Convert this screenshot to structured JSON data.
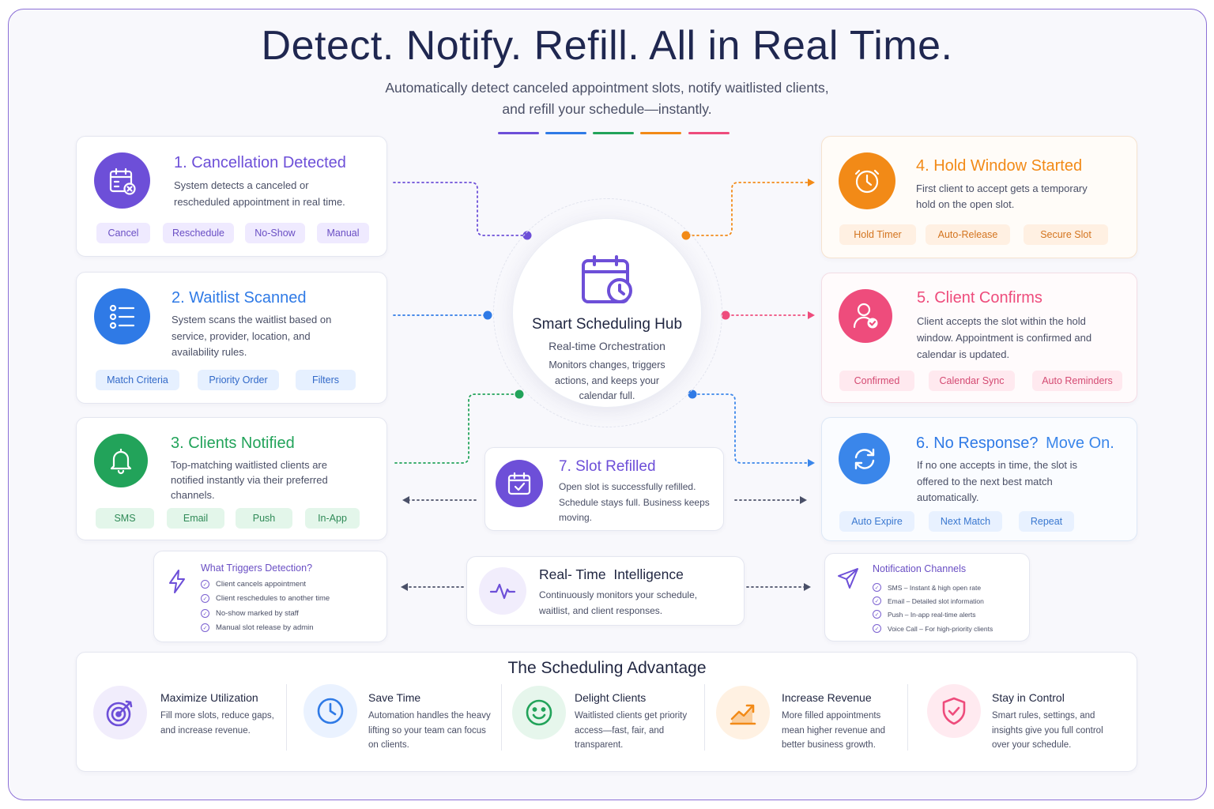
{
  "header": {
    "title": "Detect. Notify. Refill. All in Real Time.",
    "subtitle_line1": "Automatically detect canceled appointment slots, notify waitlisted clients,",
    "subtitle_line2": "and refill your schedule—instantly."
  },
  "colors": {
    "purple": "#6d4fd8",
    "blue": "#2f7ae6",
    "green": "#22a35a",
    "orange": "#f28a17",
    "pink": "#ee4c7c",
    "lightblue": "#3a86ea"
  },
  "steps": [
    {
      "title": "1. Cancellation Detected",
      "desc": "System detects a canceled or rescheduled appointment in real time.",
      "icon": "calendar-x-icon",
      "tags": [
        "Cancel",
        "Reschedule",
        "No-Show",
        "Manual"
      ]
    },
    {
      "title": "2. Waitlist Scanned",
      "desc": "System scans the waitlist based on service, provider, location, and availability rules.",
      "icon": "list-icon",
      "tags": [
        "Match Criteria",
        "Priority Order",
        "Filters"
      ]
    },
    {
      "title": "3. Clients Notified",
      "desc": "Top-matching waitlisted clients are notified instantly via their preferred channels.",
      "icon": "bell-icon",
      "tags": [
        "SMS",
        "Email",
        "Push",
        "In-App"
      ]
    },
    {
      "title": "4. Hold Window Started",
      "desc": "First client to accept gets a temporary hold on the open slot.",
      "icon": "clock-icon",
      "tags": [
        "Hold Timer",
        "Auto-Release",
        "Secure Slot"
      ]
    },
    {
      "title": "5. Client Confirms",
      "desc": "Client accepts the slot within the hold window. Appointment is confirmed and calendar is updated.",
      "icon": "user-check-icon",
      "tags": [
        "Confirmed",
        "Calendar Sync",
        "Auto Reminders"
      ]
    },
    {
      "title_a": "6. No Response?",
      "title_b": "Move On.",
      "desc": "If no one accepts in time, the slot is offered to the next best match automatically.",
      "icon": "refresh-icon",
      "tags": [
        "Auto Expire",
        "Next Match",
        "Repeat"
      ]
    },
    {
      "title": "7. Slot Refilled",
      "desc": "Open slot is successfully refilled. Schedule stays full. Business keeps moving.",
      "icon": "calendar-check-icon"
    }
  ],
  "hub": {
    "title": "Smart Scheduling Hub",
    "subtitle": "Real-time Orchestration",
    "desc": "Monitors changes, triggers actions, and keeps your calendar full."
  },
  "triggers": {
    "title": "What Triggers Detection?",
    "items": [
      "Client cancels appointment",
      "Client reschedules to another time",
      "No-show marked by staff",
      "Manual slot release by admin"
    ]
  },
  "intelligence": {
    "title": "Real- Time  Intelligence",
    "desc": "Continuously monitors your schedule, waitlist, and client responses."
  },
  "channels": {
    "title": "Notification Channels",
    "items": [
      "SMS – Instant & high open rate",
      "Email – Detailed slot information",
      "Push – In-app real-time alerts",
      "Voice Call – For high-priority clients"
    ]
  },
  "advantage": {
    "title": "The Scheduling Advantage",
    "items": [
      {
        "title": "Maximize Utilization",
        "desc": "Fill more slots, reduce gaps, and increase revenue.",
        "icon": "target-icon"
      },
      {
        "title": "Save Time",
        "desc": "Automation handles the heavy lifting so your team can focus on clients.",
        "icon": "clock-icon"
      },
      {
        "title": "Delight Clients",
        "desc": "Waitlisted clients get priority access—fast, fair, and transparent.",
        "icon": "smile-icon"
      },
      {
        "title": "Increase Revenue",
        "desc": "More filled appointments mean higher revenue and better business growth.",
        "icon": "trending-up-icon"
      },
      {
        "title": "Stay in Control",
        "desc": "Smart rules, settings, and insights give you full control over your schedule.",
        "icon": "shield-check-icon"
      }
    ]
  }
}
